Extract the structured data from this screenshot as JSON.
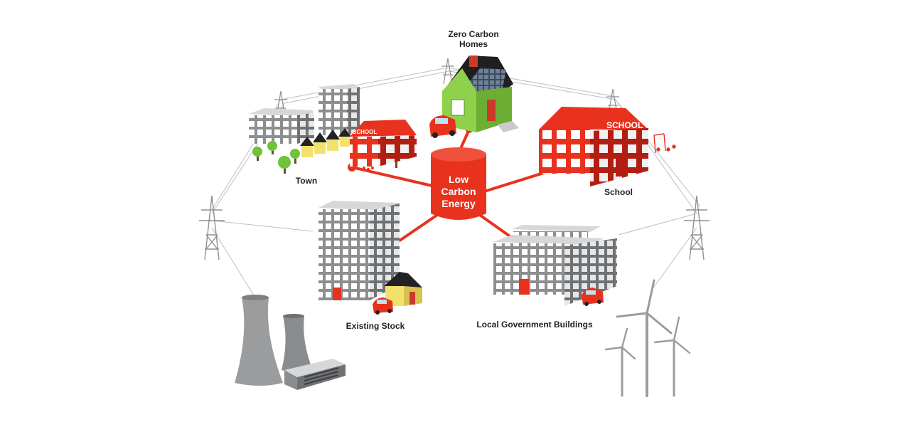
{
  "hub": {
    "line1": "Low",
    "line2": "Carbon",
    "line3": "Energy"
  },
  "labels": {
    "zero_carbon_line1": "Zero Carbon",
    "zero_carbon_line2": "Homes",
    "town": "Town",
    "school": "School",
    "existing_stock": "Existing Stock",
    "local_government": "Local Government Buildings"
  },
  "signs": {
    "small_school": "SCHOOL",
    "big_school": "SCHOOL"
  },
  "colors": {
    "accent_red": "#e8321e",
    "dark_red": "#b31e12",
    "green_house": "#8fd14a",
    "grey_building": "#9a9c9e",
    "yellow_house": "#f2e16b"
  }
}
